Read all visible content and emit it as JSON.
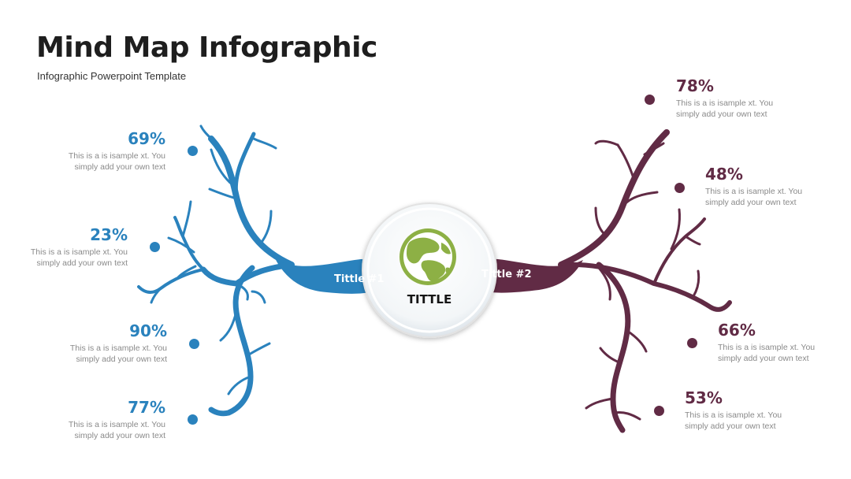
{
  "header": {
    "title": "Mind Map Infographic",
    "subtitle": "Infographic Powerpoint Template"
  },
  "colors": {
    "left_branch": "#2a82bd",
    "right_branch": "#612b45",
    "globe": "#8db045",
    "description": "#8a8a8a"
  },
  "center": {
    "label": "TITTLE",
    "icon": "globe-icon"
  },
  "branches": {
    "left_label": "Tittle #1",
    "right_label": "Tittle #2"
  },
  "left_items": [
    {
      "percent": "69%",
      "desc1": "This is a is isample xt. You",
      "desc2": "simply add your own text"
    },
    {
      "percent": "23%",
      "desc1": "This is a is isample xt. You",
      "desc2": "simply add your own text"
    },
    {
      "percent": "90%",
      "desc1": "This is a is isample xt. You",
      "desc2": "simply add your own text"
    },
    {
      "percent": "77%",
      "desc1": "This is a is isample xt. You",
      "desc2": "simply add your own text"
    }
  ],
  "right_items": [
    {
      "percent": "78%",
      "desc1": "This is a is isample xt. You",
      "desc2": "simply add your own text"
    },
    {
      "percent": "48%",
      "desc1": "This is a is isample xt. You",
      "desc2": "simply add your own text"
    },
    {
      "percent": "66%",
      "desc1": "This is a is isample xt. You",
      "desc2": "simply add your own text"
    },
    {
      "percent": "53%",
      "desc1": "This is a is isample xt. You",
      "desc2": "simply add your own text"
    }
  ]
}
